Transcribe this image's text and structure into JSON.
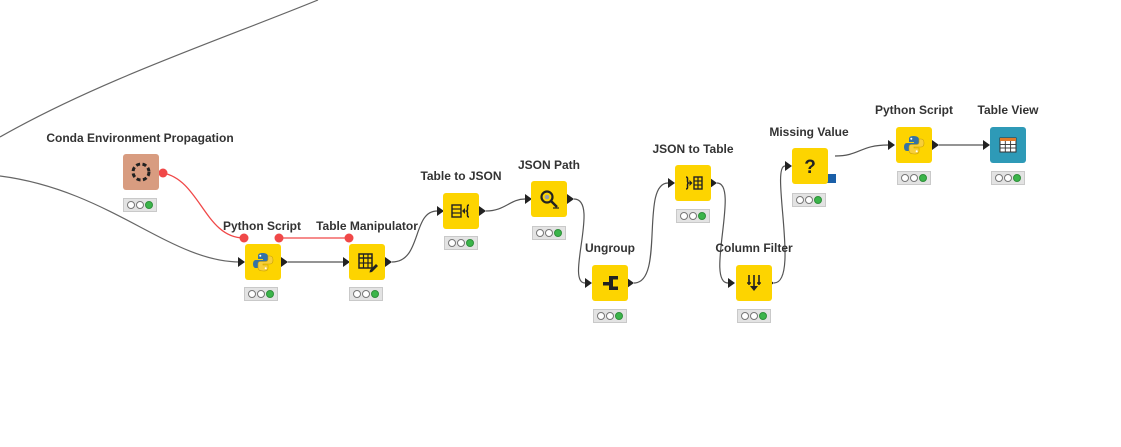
{
  "workflow": {
    "nodes": [
      {
        "id": "conda",
        "label": "Conda Environment Propagation",
        "icon": "conda-icon",
        "color": "#d89c80",
        "status": [
          "off",
          "off",
          "green"
        ]
      },
      {
        "id": "py1",
        "label": "Python Script",
        "icon": "python-icon",
        "color": "#fdd400",
        "status": [
          "off",
          "off",
          "green"
        ]
      },
      {
        "id": "tm",
        "label": "Table Manipulator",
        "icon": "table-edit-icon",
        "color": "#fdd400",
        "status": [
          "off",
          "off",
          "green"
        ]
      },
      {
        "id": "t2j",
        "label": "Table to JSON",
        "icon": "table-to-json-icon",
        "color": "#fdd400",
        "status": [
          "off",
          "off",
          "green"
        ]
      },
      {
        "id": "jp",
        "label": "JSON Path",
        "icon": "json-path-icon",
        "color": "#fdd400",
        "status": [
          "off",
          "off",
          "green"
        ]
      },
      {
        "id": "ungroup",
        "label": "Ungroup",
        "icon": "ungroup-icon",
        "color": "#fdd400",
        "status": [
          "off",
          "off",
          "green"
        ]
      },
      {
        "id": "j2t",
        "label": "JSON to Table",
        "icon": "json-to-table-icon",
        "color": "#fdd400",
        "status": [
          "off",
          "off",
          "green"
        ]
      },
      {
        "id": "cf",
        "label": "Column Filter",
        "icon": "column-filter-icon",
        "color": "#fdd400",
        "status": [
          "off",
          "off",
          "green"
        ]
      },
      {
        "id": "mv",
        "label": "Missing Value",
        "icon": "question-mark-icon",
        "color": "#fdd400",
        "status": [
          "off",
          "off",
          "green"
        ]
      },
      {
        "id": "py2",
        "label": "Python Script",
        "icon": "python-icon",
        "color": "#fdd400",
        "status": [
          "off",
          "off",
          "green"
        ]
      },
      {
        "id": "tv",
        "label": "Table View",
        "icon": "table-view-icon",
        "color": "#2e9ab7",
        "status": [
          "off",
          "off",
          "green"
        ]
      }
    ],
    "connection_color": "#555555",
    "flow_variable_color": "#f04848"
  }
}
